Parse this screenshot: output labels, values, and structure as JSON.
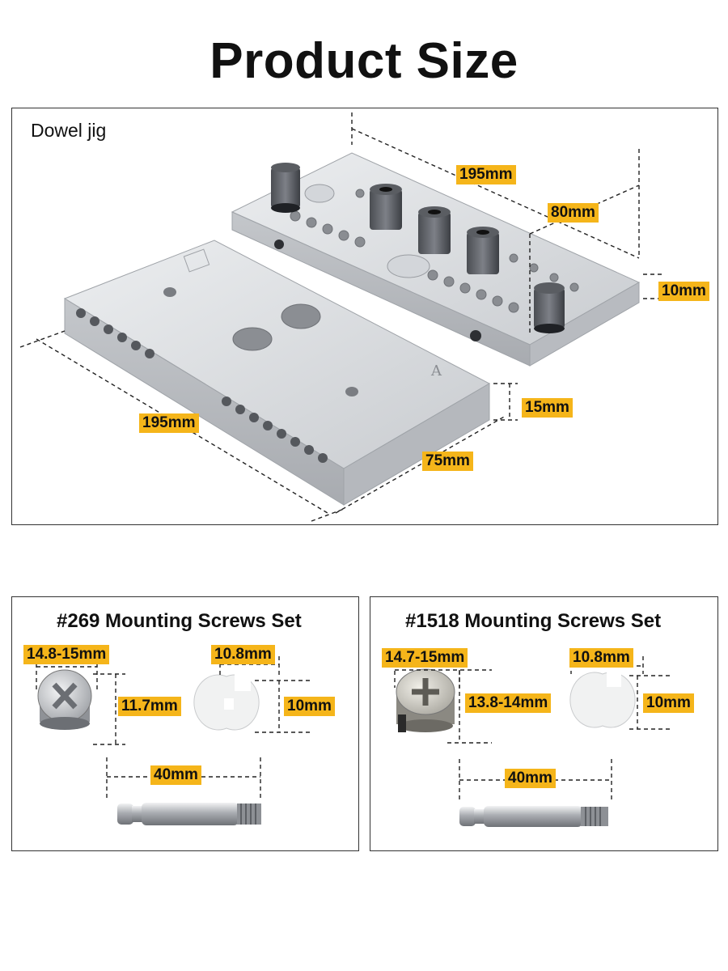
{
  "page_title": "Product Size",
  "dowel_jig": {
    "label": "Dowel jig",
    "guide_plate": {
      "length": "195mm",
      "width": "80mm",
      "thickness": "10mm"
    },
    "base_plate": {
      "length": "195mm",
      "width": "75mm",
      "thickness": "15mm",
      "mark": "A"
    }
  },
  "set_269": {
    "title": "#269 Mounting Screws Set",
    "cam_diameter": "14.8-15mm",
    "cam_height": "11.7mm",
    "dowel_diameter": "10.8mm",
    "dowel_height": "10mm",
    "bolt_length": "40mm"
  },
  "set_1518": {
    "title": "#1518 Mounting Screws Set",
    "cam_diameter": "14.7-15mm",
    "cam_height": "13.8-14mm",
    "dowel_diameter": "10.8mm",
    "dowel_height": "10mm",
    "bolt_length": "40mm"
  },
  "colors": {
    "tag_background": "#f5b51a",
    "frame_border": "#333333",
    "metal": "#d9dbdd"
  }
}
